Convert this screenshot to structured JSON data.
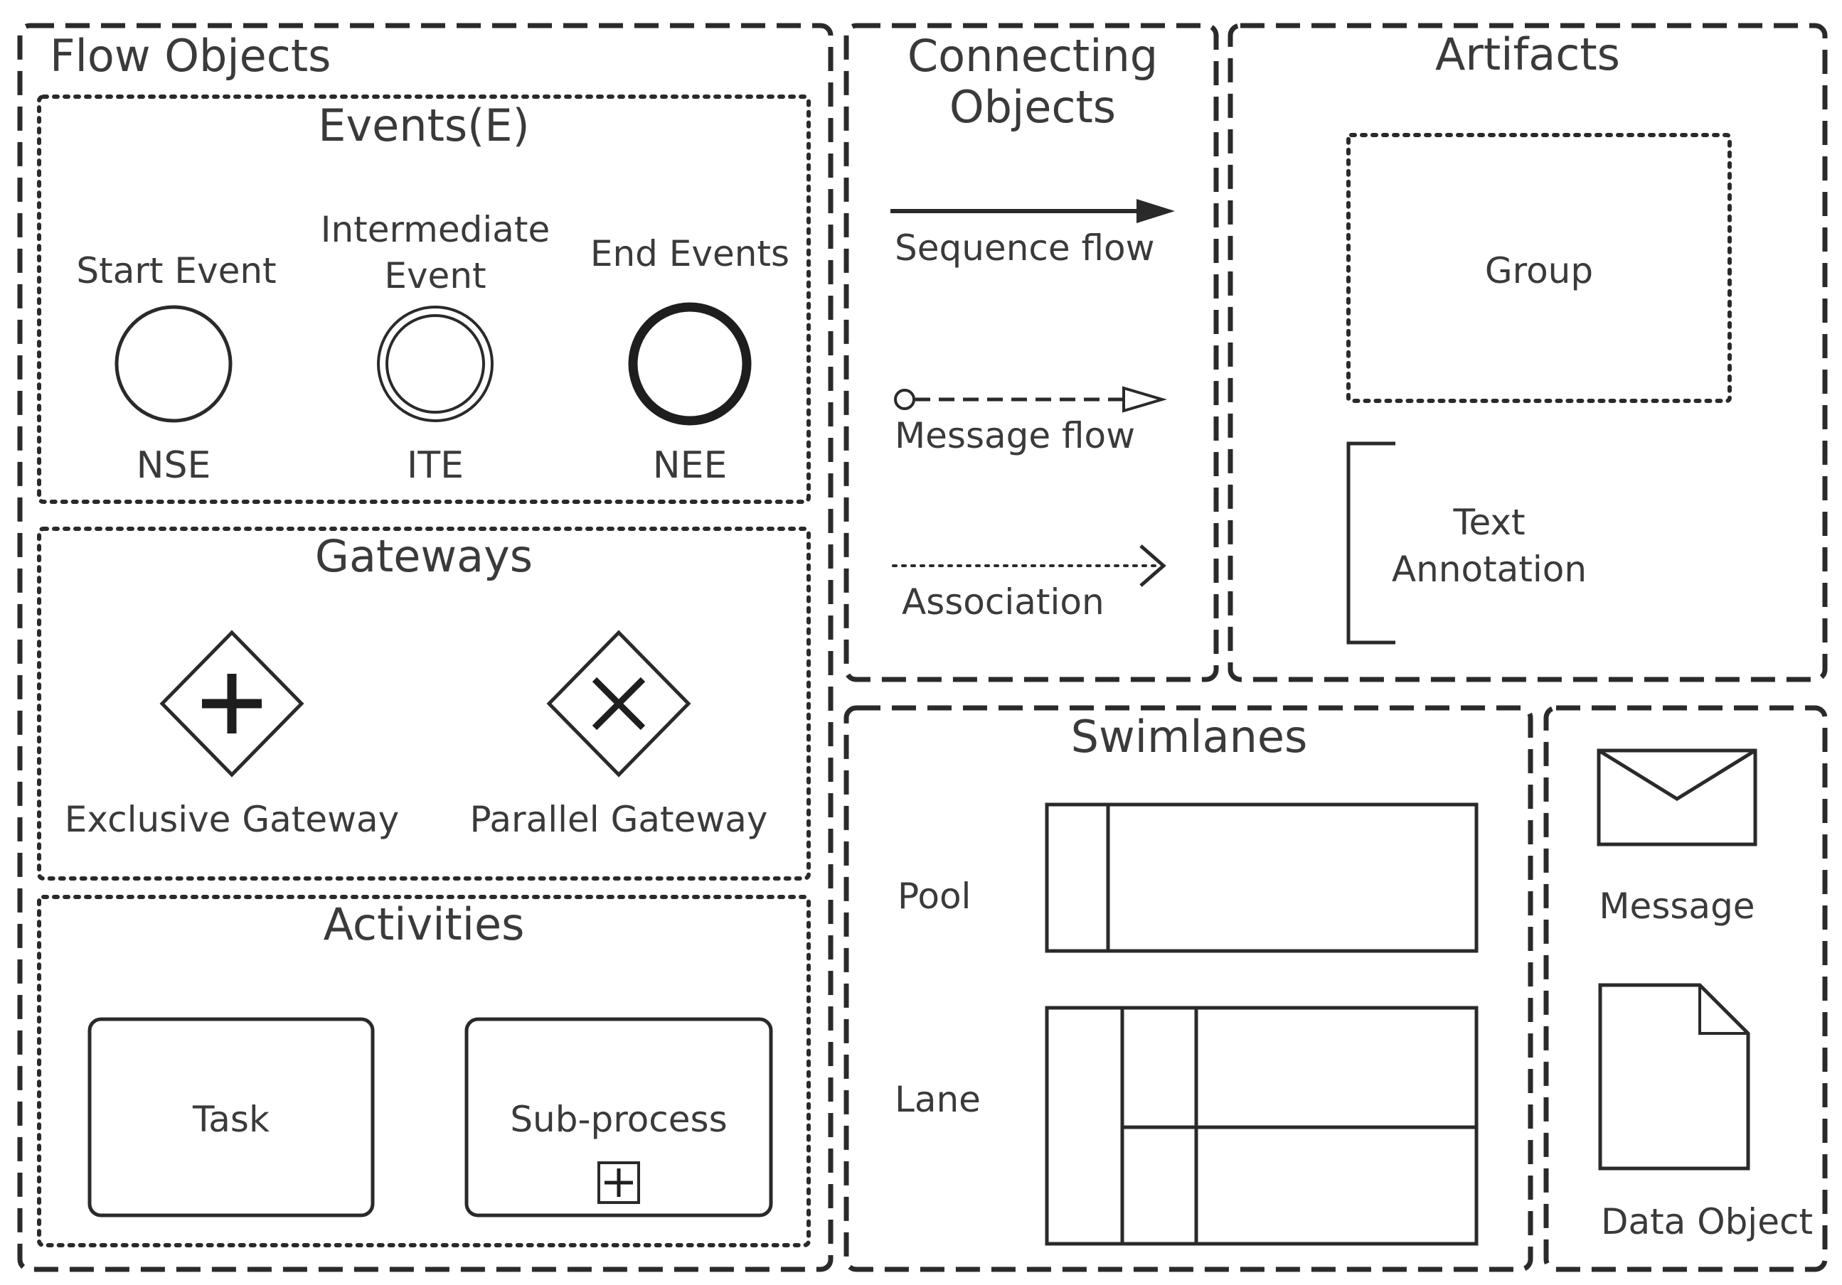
{
  "panels": {
    "flow_objects": {
      "title": "Flow Objects",
      "events": {
        "title": "Events(E)",
        "start": {
          "label": "Start Event",
          "abbr": "NSE"
        },
        "intermediate": {
          "label_line1": "Intermediate",
          "label_line2": "Event",
          "abbr": "ITE"
        },
        "end": {
          "label": "End Events",
          "abbr": "NEE"
        }
      },
      "gateways": {
        "title": "Gateways",
        "exclusive": "Exclusive Gateway",
        "parallel": "Parallel Gateway"
      },
      "activities": {
        "title": "Activities",
        "task": "Task",
        "subprocess": "Sub-process"
      }
    },
    "connecting_objects": {
      "title_line1": "Connecting",
      "title_line2": "Objects",
      "sequence_flow": "Sequence flow",
      "message_flow": "Message flow",
      "association": "Association"
    },
    "artifacts": {
      "title": "Artifacts",
      "group": "Group",
      "text_annotation_line1": "Text",
      "text_annotation_line2": "Annotation"
    },
    "swimlanes": {
      "title": "Swimlanes",
      "pool": "Pool",
      "lane": "Lane"
    },
    "data": {
      "message": "Message",
      "data_object": "Data Object"
    }
  }
}
